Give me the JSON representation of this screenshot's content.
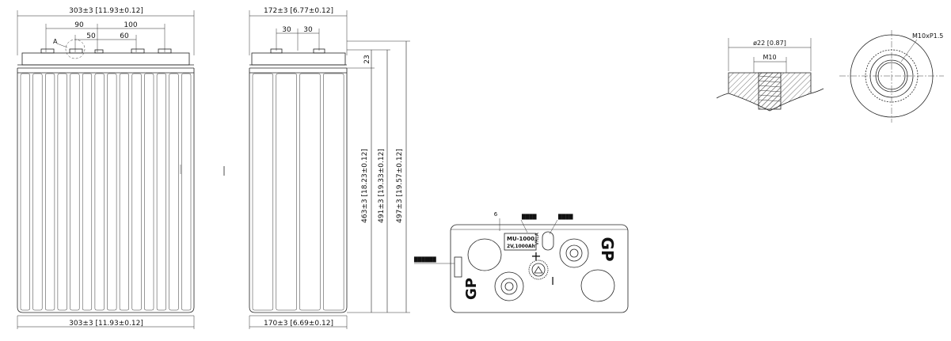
{
  "front_view": {
    "top_dim": "303±3 [11.93±0.12]",
    "bottom_dim": "303±3 [11.93±0.12]",
    "spacing_90": "90",
    "spacing_100": "100",
    "spacing_50": "50",
    "spacing_60": "60",
    "detail_marker": "A"
  },
  "side_view": {
    "top_dim": "172±3 [6.77±0.12]",
    "bottom_dim": "170±3 [6.69±0.12]",
    "spacing_30_left": "30",
    "spacing_30_right": "30",
    "terminal_height": "23",
    "height_463": "463±3 [18.23±0.12]",
    "height_491": "491±3 [19.33±0.12]",
    "height_497": "497±3 [19.57±0.12]"
  },
  "top_view": {
    "offset_dim": "6",
    "label_plate": "████",
    "label_valve": "████",
    "label_date": "██████",
    "model": "MU-1000",
    "rating": "2V,1000Ah",
    "brand_mark": "GP",
    "positive_sign": "+",
    "negative_sign": "I"
  },
  "terminal_detail": {
    "boss_dia": "ø22 [0.87]",
    "thread": "M10",
    "thread_spec": "M10xP1.5"
  }
}
